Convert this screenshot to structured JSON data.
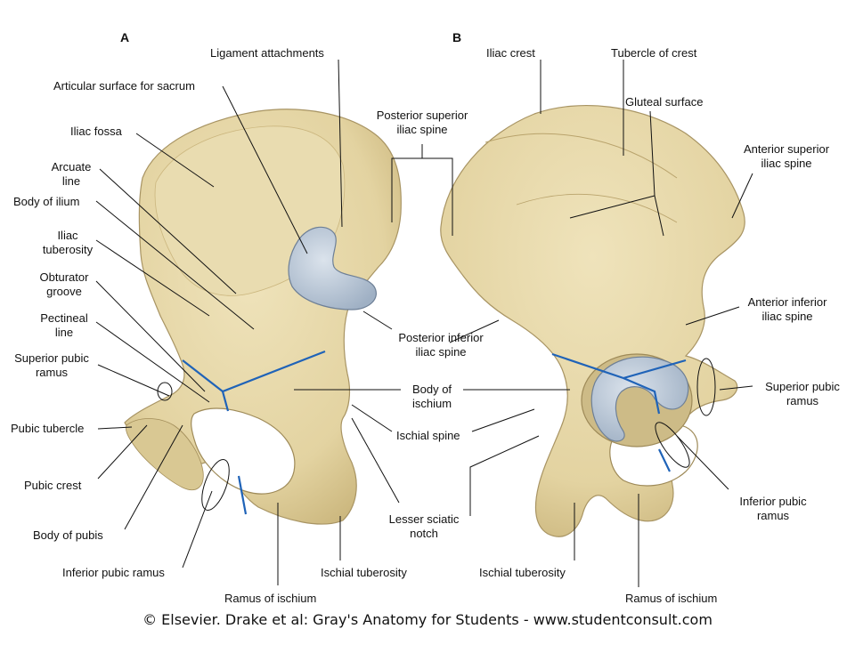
{
  "panels": {
    "left": "A",
    "right": "B"
  },
  "colors": {
    "bone": "#e6d7a8",
    "bone_shadow": "#c9b47a",
    "cartilage": "#b9c6d6",
    "line_blue": "#1f63b8",
    "leader": "#111111"
  },
  "labels_a": {
    "ligament_attachments": "Ligament attachments",
    "articular_surface": "Articular surface for sacrum",
    "iliac_fossa": "Iliac fossa",
    "arcuate_line": "Arcuate\nline",
    "body_of_ilium": "Body of ilium",
    "iliac_tuberosity": "Iliac\ntuberosity",
    "obturator_groove": "Obturator\ngroove",
    "pectineal_line": "Pectineal\nline",
    "superior_pubic_ramus": "Superior pubic\nramus",
    "pubic_tubercle": "Pubic tubercle",
    "pubic_crest": "Pubic crest",
    "body_of_pubis": "Body of pubis",
    "inferior_pubic_ramus": "Inferior pubic ramus",
    "ramus_of_ischium": "Ramus of ischium",
    "ischial_tuberosity": "Ischial tuberosity"
  },
  "labels_center": {
    "posterior_superior_iliac_spine": "Posterior superior\niliac spine",
    "posterior_inferior_iliac_spine": "Posterior inferior\niliac spine",
    "body_of_ischium": "Body of\nischium",
    "ischial_spine": "Ischial spine",
    "lesser_sciatic_notch": "Lesser sciatic\nnotch"
  },
  "labels_b": {
    "iliac_crest": "Iliac crest",
    "tubercle_of_crest": "Tubercle of crest",
    "gluteal_surface": "Gluteal surface",
    "anterior_superior_iliac_spine": "Anterior superior\niliac spine",
    "anterior_inferior_iliac_spine": "Anterior inferior\niliac spine",
    "superior_pubic_ramus": "Superior pubic\nramus",
    "inferior_pubic_ramus": "Inferior pubic\nramus",
    "ischial_tuberosity": "Ischial tuberosity",
    "ramus_of_ischium": "Ramus of ischium"
  },
  "footer": "© Elsevier. Drake et al: Gray's Anatomy for Students - www.studentconsult.com"
}
